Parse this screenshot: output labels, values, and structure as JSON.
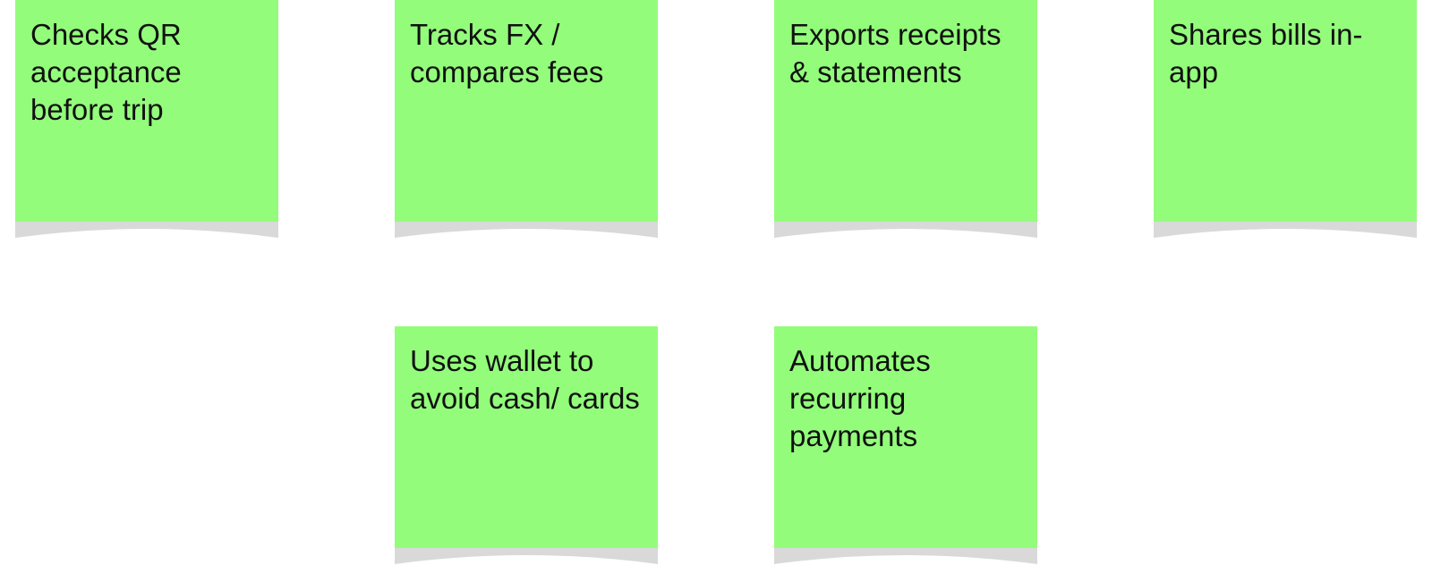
{
  "colors": {
    "note_fill": "#93fd7b",
    "note_shadow": "#d9d9d9",
    "text": "#111111"
  },
  "notes": [
    {
      "text": "Checks QR acceptance before trip"
    },
    {
      "text": "Tracks FX / compares fees"
    },
    {
      "text": "Exports receipts & statements"
    },
    {
      "text": "Shares bills in-app"
    },
    {
      "text": "Uses wallet to avoid cash/ cards"
    },
    {
      "text": "Automates recurring payments"
    }
  ]
}
